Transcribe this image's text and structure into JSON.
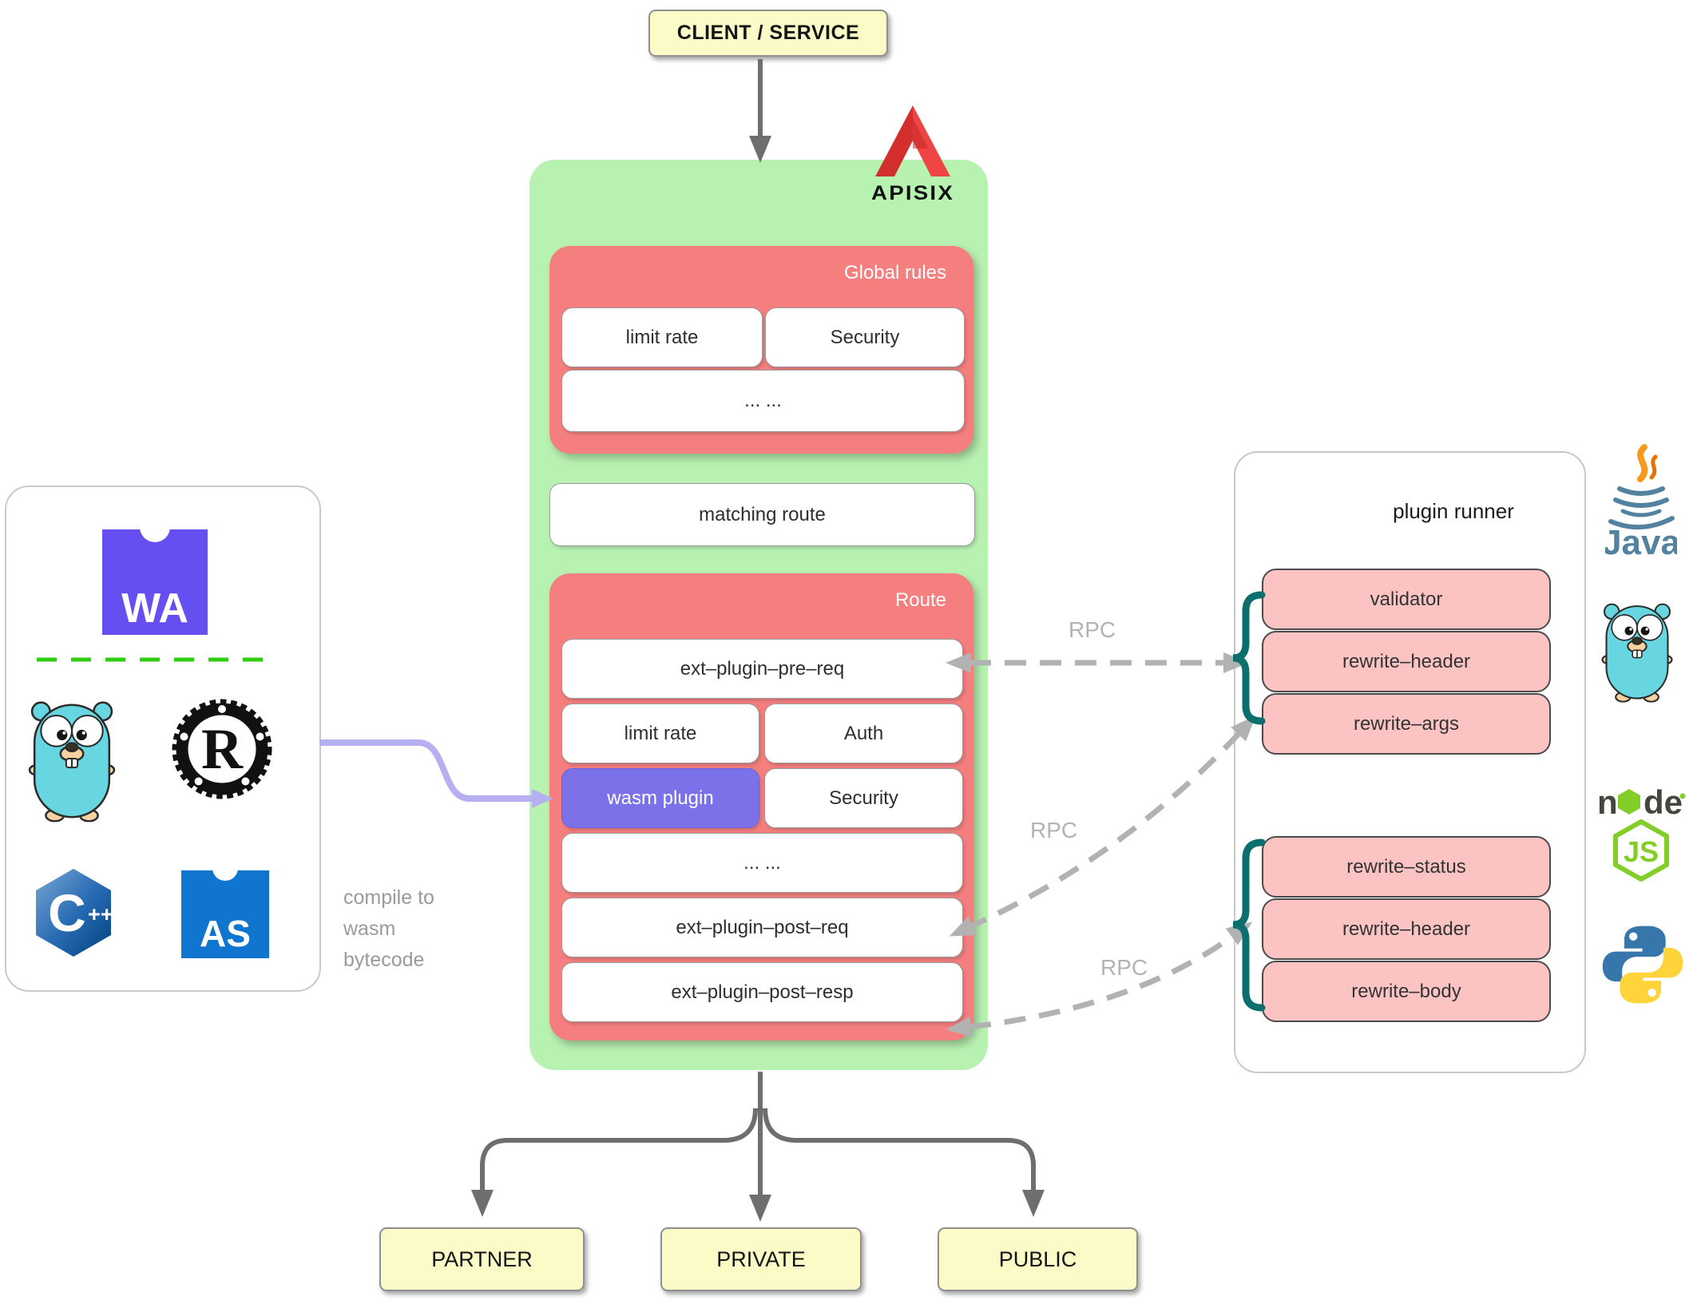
{
  "client": {
    "label": "CLIENT / SERVICE"
  },
  "apisix": {
    "brand": "APISIX"
  },
  "global_rules": {
    "title": "Global rules",
    "items": [
      "limit rate",
      "Security",
      "... ..."
    ]
  },
  "matching_route": {
    "label": "matching route"
  },
  "route": {
    "title": "Route",
    "ext_plugin_pre_req": "ext–plugin–pre–req",
    "limit_rate": "limit rate",
    "auth": "Auth",
    "wasm_plugin": "wasm plugin",
    "security": "Security",
    "ellipsis": "... ...",
    "ext_plugin_post_req": "ext–plugin–post–req",
    "ext_plugin_post_resp": "ext–plugin–post–resp"
  },
  "wasm_sources": {
    "webassembly_label": "WA",
    "rust_label": "R",
    "cpp_label": "C",
    "cpp_plus": "++",
    "assemblyscript_label": "AS",
    "note": [
      "compile to",
      "wasm",
      "bytecode"
    ]
  },
  "plugin_runner": {
    "title": "plugin runner",
    "request_group": [
      "validator",
      "rewrite–header",
      "rewrite–args"
    ],
    "response_group": [
      "rewrite–status",
      "rewrite–header",
      "rewrite–body"
    ]
  },
  "rpc_label": "RPC",
  "upstreams": [
    "PARTNER",
    "PRIVATE",
    "PUBLIC"
  ],
  "languages": {
    "java": "Java",
    "node_n": "n",
    "node_de": "de",
    "node_js": "JS"
  },
  "colors": {
    "apisix_green": "#b8f2b1",
    "panel_red": "#f57f7f",
    "pink_box": "#fcc3c3",
    "wasm_purple": "#7b72ea",
    "yellow_box": "#fbfbc8",
    "brace_teal": "#0d6e6e",
    "rpc_gray": "#b2b2b2",
    "arrow_gray": "#6e6e6e",
    "compile_arrow_purple": "#b6aff1",
    "wasm_logo_purple": "#654ff0",
    "assemblyscript_blue": "#1075cf",
    "go_cyan": "#67d6e0",
    "node_green": "#83cd29",
    "java_blue": "#5382a1",
    "python_blue": "#3776ab",
    "python_yellow": "#ffd43b",
    "dashed_line_green": "#2fcc0f"
  }
}
